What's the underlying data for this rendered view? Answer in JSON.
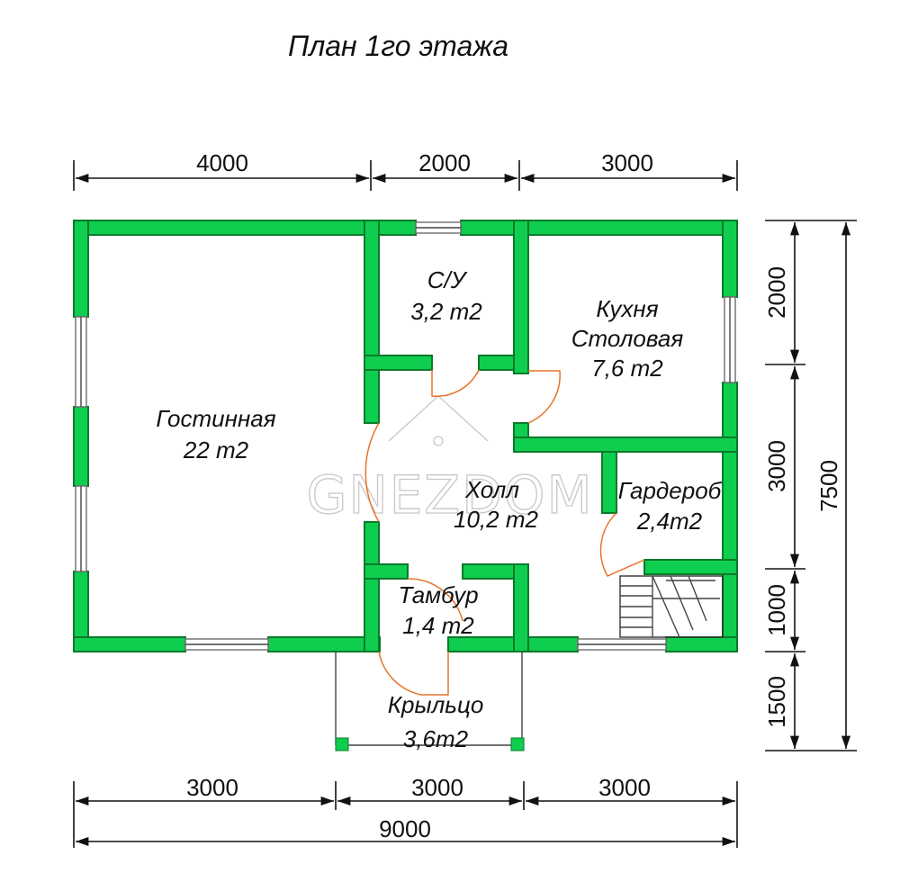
{
  "title": "План 1го этажа",
  "rooms": {
    "su_name": "С/У",
    "su_area": "3,2 m2",
    "kitchen_name1": "Кухня",
    "kitchen_name2": "Столовая",
    "kitchen_area": "7,6 m2",
    "living_name": "Гостинная",
    "living_area": "22 m2",
    "hall_name": "Холл",
    "hall_area": "10,2 m2",
    "wardrobe_name": "Гардероб",
    "wardrobe_area": "2,4m2",
    "vestibule_name": "Тамбур",
    "vestibule_area": "1,4 m2",
    "porch_name": "Крыльцо",
    "porch_area": "3,6m2"
  },
  "dimensions": {
    "top": [
      "4000",
      "2000",
      "3000"
    ],
    "right": [
      "2000",
      "3000",
      "1000",
      "1500"
    ],
    "right_total": "7500",
    "bottom": [
      "3000",
      "3000",
      "3000"
    ],
    "bottom_total": "9000"
  },
  "watermark": "GNEZDOM",
  "colors": {
    "wall": "#0fcd4e",
    "door": "#e8742a",
    "line": "#111111"
  }
}
